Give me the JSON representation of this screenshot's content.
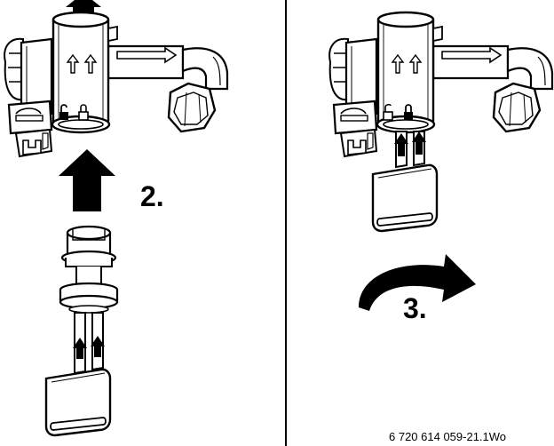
{
  "steps": {
    "step_2": "2.",
    "step_3": "3."
  },
  "reference_code": "6 720 614 059-21.1Wo",
  "colors": {
    "ink": "#000000",
    "paper": "#ffffff"
  },
  "icons": {
    "push_arrow": "thick-up-arrow-icon",
    "rotate_arrow": "curved-rotate-arrow-icon",
    "lock_closed": "padlock-closed-icon",
    "lock_open": "padlock-open-icon"
  }
}
